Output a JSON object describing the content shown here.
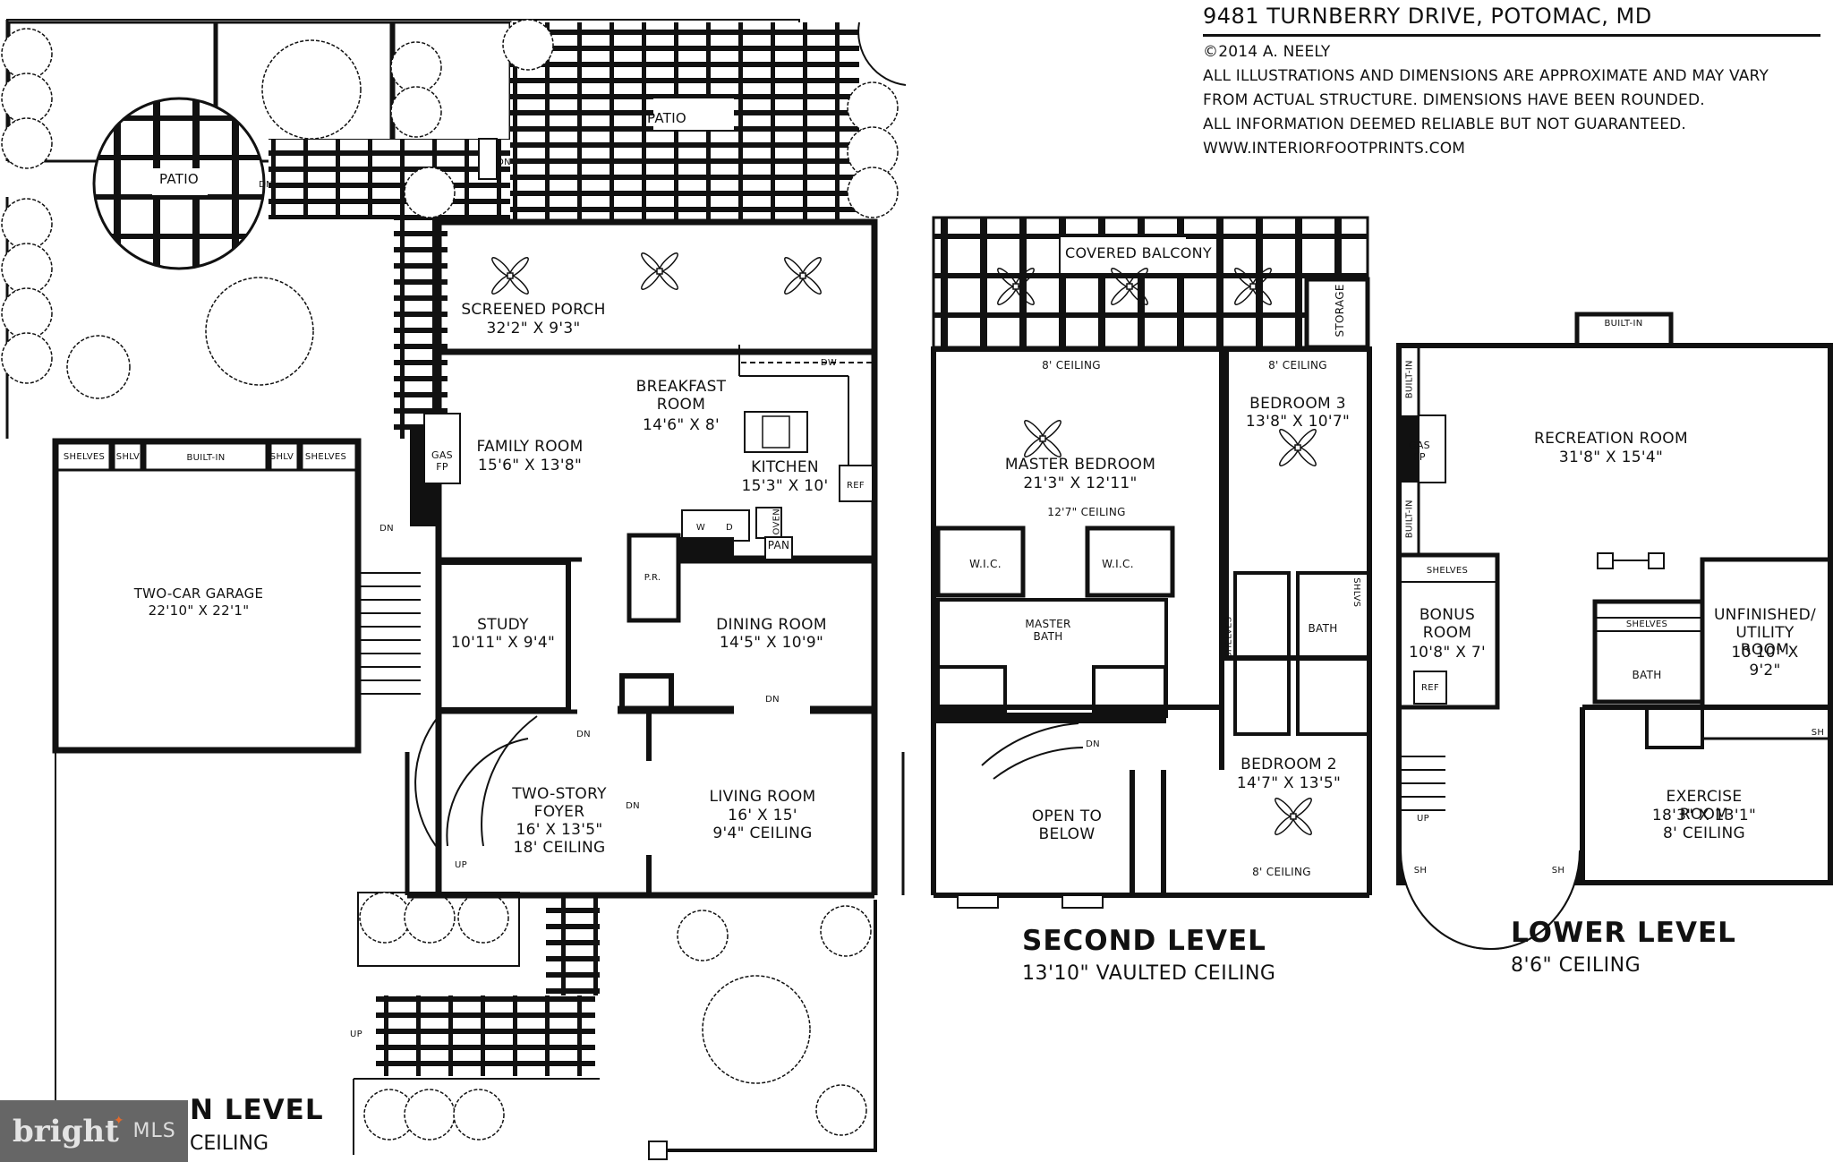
{
  "header": {
    "address": "9481 TURNBERRY DRIVE, POTOMAC, MD",
    "copyright": "©2014 A. NEELY",
    "disclaimer_lines": [
      "ALL ILLUSTRATIONS AND DIMENSIONS ARE APPROXIMATE AND MAY VARY",
      "FROM ACTUAL STRUCTURE. DIMENSIONS HAVE BEEN ROUNDED.",
      "ALL INFORMATION DEEMED RELIABLE BUT NOT GUARANTEED."
    ],
    "website": "WWW.INTERIORFOOTPRINTS.COM"
  },
  "watermark": {
    "brand": "bright",
    "suffix": "MLS",
    "accent_color": "#e06a2e",
    "bg_color": "#666666"
  },
  "colors": {
    "wall": "#111111",
    "background": "#ffffff",
    "line": "#111111"
  },
  "main_level": {
    "title_visible": "N LEVEL",
    "subtitle_visible": "CEILING",
    "exterior": {
      "patio_round": "PATIO",
      "patio_main": "PATIO",
      "dn_labels": [
        "DN",
        "DN"
      ],
      "up_label": "UP"
    },
    "garage": {
      "name": "TWO-CAR GARAGE",
      "dims": "22'10\" X 22'1\"",
      "storage": [
        "SHELVES",
        "SHLV",
        "BUILT-IN",
        "SHLV",
        "SHELVES"
      ]
    },
    "rooms": {
      "screened_porch": {
        "name": "SCREENED PORCH",
        "dims": "32'2\" X 9'3\""
      },
      "breakfast_room": {
        "name": "BREAKFAST\nROOM",
        "dims": "14'6\" X 8'"
      },
      "family_room": {
        "name": "FAMILY ROOM",
        "dims": "15'6\" X 13'8\""
      },
      "kitchen": {
        "name": "KITCHEN",
        "dims": "15'3\" X 10'"
      },
      "study": {
        "name": "STUDY",
        "dims": "10'11\" X 9'4\""
      },
      "dining_room": {
        "name": "DINING ROOM",
        "dims": "14'5\" X 10'9\""
      },
      "foyer": {
        "name": "TWO-STORY\nFOYER",
        "dims": "16' X 13'5\"",
        "ceiling": "18' CEILING"
      },
      "living_room": {
        "name": "LIVING ROOM",
        "dims": "16' X 15'",
        "ceiling": "9'4\" CEILING"
      }
    },
    "fixtures": {
      "fireplace": "GAS\nFP",
      "powder_room": "P.R.",
      "dishwasher": "DW",
      "refrigerator": "REF",
      "oven": "OVEN",
      "pantry": "PAN",
      "washer": "W",
      "dryer": "D",
      "stairs_dn": [
        "DN",
        "DN",
        "DN",
        "DN"
      ],
      "stairs_up": "UP"
    }
  },
  "second_level": {
    "title": "SECOND LEVEL",
    "subtitle": "13'10\" VAULTED CEILING",
    "rooms": {
      "covered_balcony": {
        "name": "COVERED BALCONY"
      },
      "storage": {
        "name": "STORAGE"
      },
      "master_bedroom": {
        "name": "MASTER BEDROOM",
        "dims": "21'3\" X 12'11\"",
        "ceiling_top": "8' CEILING",
        "ceiling_bottom": "12'7\" CEILING"
      },
      "bedroom_3": {
        "name": "BEDROOM 3",
        "dims": "13'8\" X 10'7\"",
        "ceiling": "8' CEILING"
      },
      "wic_left": {
        "name": "W.I.C."
      },
      "wic_right": {
        "name": "W.I.C."
      },
      "master_bath": {
        "name": "MASTER\nBATH"
      },
      "bath": {
        "name": "BATH"
      },
      "shelves": {
        "name": "SHELVES"
      },
      "shlvs": {
        "name": "SHLVS"
      },
      "open_to_below": {
        "name": "OPEN TO\nBELOW"
      },
      "bedroom_2": {
        "name": "BEDROOM 2",
        "dims": "14'7\" X 13'5\"",
        "ceiling": "8' CEILING"
      }
    },
    "stairs_dn": "DN"
  },
  "lower_level": {
    "title": "LOWER LEVEL",
    "subtitle": "8'6\" CEILING",
    "rooms": {
      "recreation_room": {
        "name": "RECREATION ROOM",
        "dims": "31'8\" X 15'4\""
      },
      "built_in_top": {
        "name": "BUILT-IN"
      },
      "built_in_left_top": {
        "name": "BUILT-IN"
      },
      "built_in_left_bottom": {
        "name": "BUILT-IN"
      },
      "fireplace": {
        "name": "GAS\nFP"
      },
      "bonus_room": {
        "name": "BONUS\nROOM",
        "dims": "10'8\" X 7'",
        "shelves": "SHELVES",
        "ref": "REF"
      },
      "bath": {
        "name": "BATH",
        "shelves": "SHELVES"
      },
      "utility_room": {
        "name": "UNFINISHED/\nUTILITY ROOM",
        "dims": "10'10\" X 9'2\""
      },
      "exercise_room": {
        "name": "EXERCISE ROOM",
        "dims": "18'3\" X 13'1\"",
        "ceiling": "8' CEILING"
      },
      "sh_labels": [
        "SH",
        "SH",
        "SH"
      ]
    },
    "stairs_up": "UP"
  }
}
